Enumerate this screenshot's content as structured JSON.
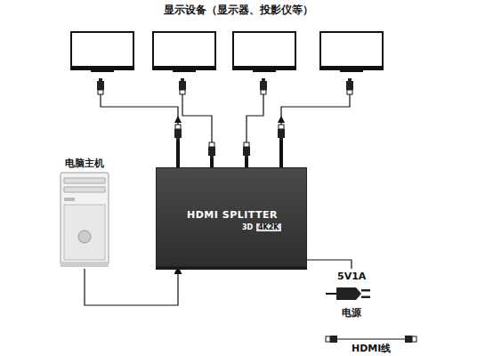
{
  "diagram": {
    "title": "显示设备（显示器、投影仪等）",
    "nodes": [
      {
        "text": [
          "电脑主机"
        ]
      },
      {
        "text": [
          "HDMI SPLITTER"
        ]
      },
      {
        "text": [
          "5V1A",
          "电源"
        ]
      }
    ],
    "edges": [
      {
        "from": 0,
        "to": 1,
        "arrow": "to"
      },
      {
        "from": 2,
        "to": 1,
        "arrow": "to"
      }
    ],
    "labels": [
      "3D",
      "4K2K"
    ],
    "legend": [
      {
        "text": "HDMI线"
      }
    ]
  }
}
